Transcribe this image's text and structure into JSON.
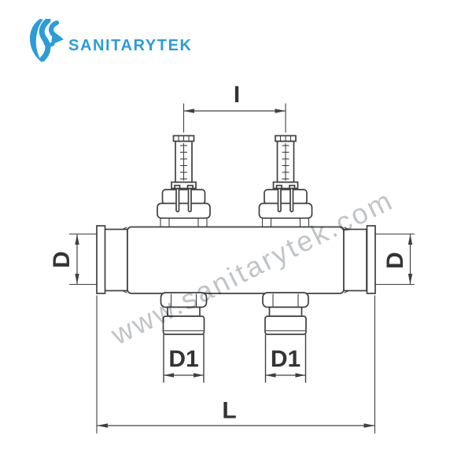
{
  "page": {
    "background_color": "#ffffff"
  },
  "logo": {
    "brand": "SANITARYTEK",
    "brand_color": "#2B9CD8",
    "icon": "sanitarytek-waves-shield-icon"
  },
  "watermark": {
    "text": "www.sanitarytek.com",
    "color": "#9aa0a4",
    "rotation_deg": -26.5
  },
  "drawing": {
    "type": "technical-dimension-drawing",
    "subject": "2-outlet manifold with flow meters, side view with dimension callouts",
    "line_color": "#404040",
    "labels": {
      "branch_spacing": "I",
      "end_diameter_left": "D",
      "end_diameter_right": "D",
      "outlet_diameter_left": "D1",
      "outlet_diameter_right": "D1",
      "overall_length": "L"
    }
  }
}
